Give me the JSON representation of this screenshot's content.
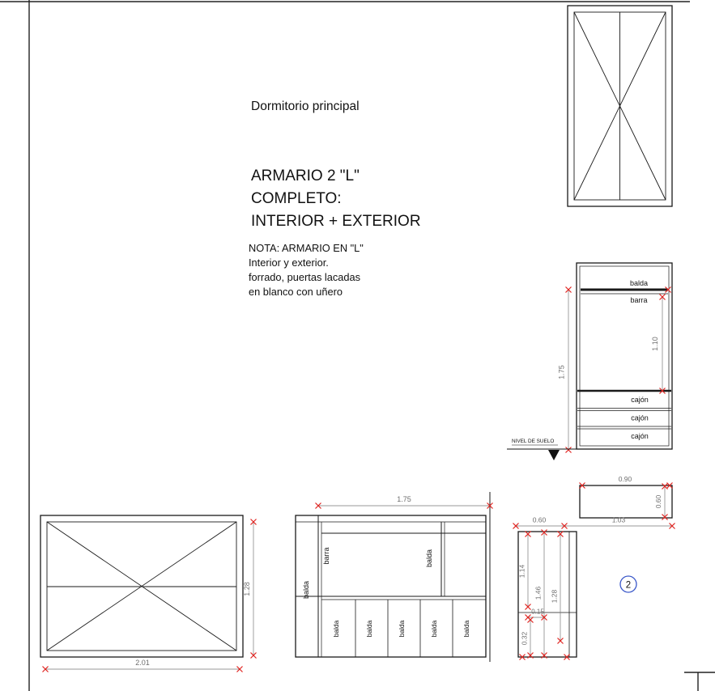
{
  "colors": {
    "line": "#1a1a1a",
    "dim_line": "#777777",
    "dim_text": "#6e6e6e",
    "tick": "#e02420",
    "callout": "#3a57c9"
  },
  "header": {
    "room_title": "Dormitorio principal",
    "main_title": [
      "ARMARIO 2 \"L\"",
      "COMPLETO:",
      "INTERIOR + EXTERIOR"
    ],
    "note": [
      "NOTA: ARMARIO EN \"L\"",
      "Interior y exterior.",
      "forrado, puertas lacadas",
      "en blanco con uñero"
    ]
  },
  "side_elevation": {
    "shelf_label": "balda",
    "bar_label": "barra",
    "drawers": [
      "cajón",
      "cajón",
      "cajón"
    ],
    "dim_hang_height": "1.10",
    "dim_total_height": "1.75",
    "floor_label": "NIVEL DE SUELO"
  },
  "front_doors": {
    "dim_width": "2.01",
    "dim_height": "1.28"
  },
  "front_interior": {
    "dim_width": "1.75",
    "side_shelf_label": "balda",
    "bar_label": "barra",
    "shelf_label": "balda",
    "bottom_shelves": [
      "balda",
      "balda",
      "balda",
      "balda",
      "balda"
    ]
  },
  "plan": {
    "dim_top_width": "0.90",
    "dim_top_depth": "0.60",
    "dim_top_inner": "1.03",
    "dim_leg_depth": "0.60",
    "dim_leg_inner": "1.14",
    "dim_leg_outer": "1.46",
    "dim_leg_mid": "1.28",
    "dim_step": "0.15",
    "dim_bottom_depth": "0.32",
    "callout_number": "2"
  }
}
